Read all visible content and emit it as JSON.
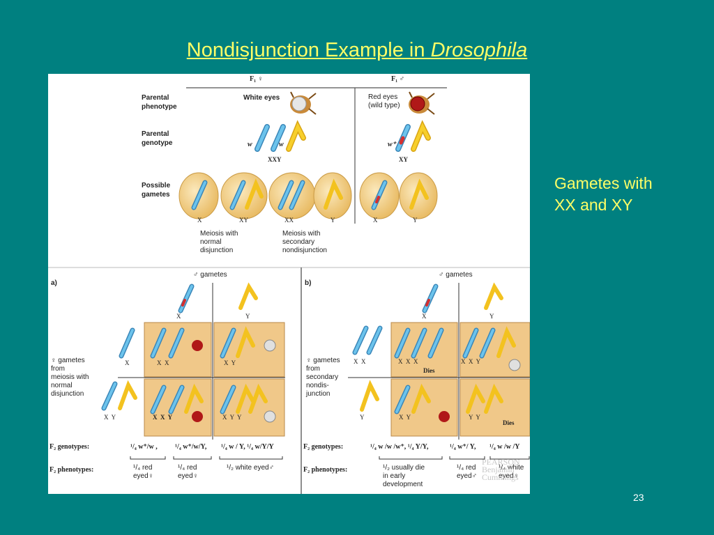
{
  "title": {
    "prefix": "Nondisjunction Example in ",
    "italic": "Drosophila"
  },
  "side_note": "Gametes with\nXX and XY",
  "page_number": "23",
  "figure": {
    "header": {
      "f1_female": "F₁ ♀",
      "f1_male": "F₁ ♂"
    },
    "rows": {
      "parental_phenotype": "Parental\nphenotype",
      "parental_genotype": "Parental\ngenotype",
      "possible_gametes": "Possible\ngametes"
    },
    "white_eyes": "White eyes",
    "red_eyes": "Red eyes\n(wild type)",
    "genotype_xxy": "XXY",
    "genotype_xy": "XY",
    "allele_w": "w",
    "allele_wplus": "w⁺",
    "gamete_labels": [
      "X",
      "XY",
      "XX",
      "Y",
      "X",
      "Y"
    ],
    "meiosis_normal": "Meiosis with\nnormal\ndisjunction",
    "meiosis_secondary": "Meiosis with\nsecondary\nnondisjunction",
    "panel_a": {
      "tag": "a)",
      "male_gametes": "♂ gametes",
      "female_label": "♀ gametes\nfrom\nmeiosis with\nnormal\ndisjunction",
      "col_labels": [
        "X",
        "Y"
      ],
      "row_labels": [
        "X",
        "X  Y"
      ],
      "cells": [
        "X  X",
        "X  Y",
        "X  X  Y",
        "X  Y  Y"
      ],
      "f2_genotypes_label": "F₂ genotypes:",
      "f2_phenotypes_label": "F₂ phenotypes:",
      "genotypes": [
        "¹/₄ w⁺/w ,",
        "¹/₄ w⁺/w/Y,",
        "¹/₄ w / Y, ¹/₄ w/Y/Y"
      ],
      "phenotypes": [
        "¹/₄ red\neyed♀",
        "¹/₄ red\neyed♀",
        "¹/₂ white eyed♂"
      ]
    },
    "panel_b": {
      "tag": "b)",
      "male_gametes": "♂ gametes",
      "female_label": "♀ gametes\nfrom\nsecondary\nnondis-\njunction",
      "col_labels": [
        "X",
        "Y"
      ],
      "row_labels": [
        "X  X",
        "Y"
      ],
      "cells": [
        "X  X  X",
        "X  X  Y",
        "X  Y",
        "Y  Y"
      ],
      "dies_label": "Dies",
      "f2_genotypes_label": "F₂ genotypes:",
      "f2_phenotypes_label": "F₂ phenotypes:",
      "genotypes": [
        "¹/₄ w /w /w⁺, ¹/₄ Y/Y,",
        "¹/₄ w⁺/ Y,",
        "¹/₄ w /w /Y"
      ],
      "phenotypes": [
        "¹/₂ usually die\nin early\ndevelopment",
        "¹/₄ red\neyed♂",
        "¹/₄ white\neyed♀"
      ]
    },
    "watermark": "PEARSON\nBenjamin\nCummings"
  },
  "colors": {
    "background": "#008080",
    "title": "#ffff66",
    "cell": "#f0c889",
    "chrom_blue": "#4fb0e0",
    "chrom_yellow": "#f5c518",
    "gamete": "#f0d28a"
  }
}
